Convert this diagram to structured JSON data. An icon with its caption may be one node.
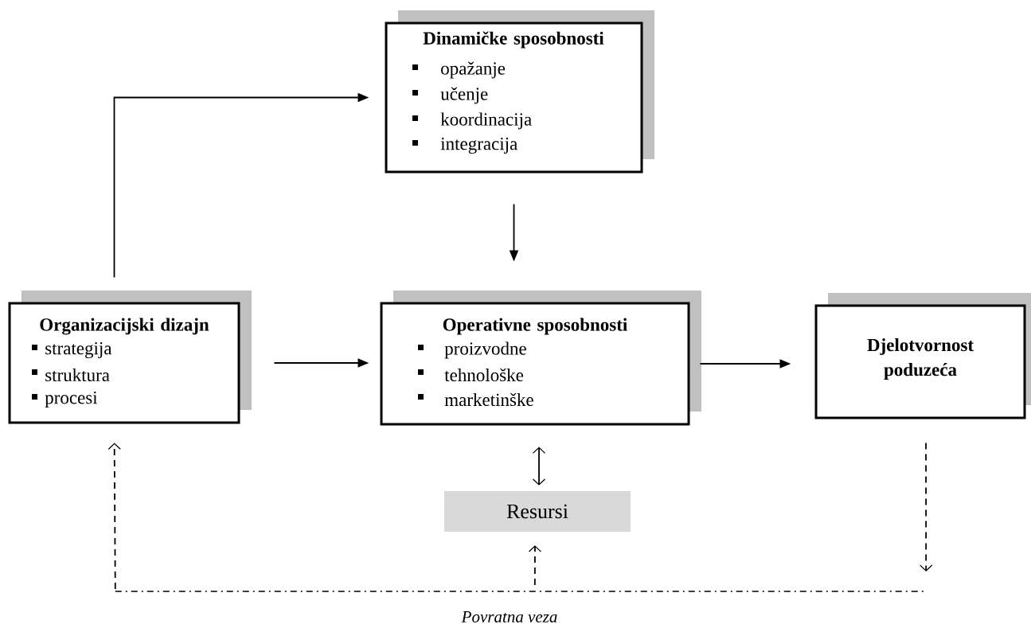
{
  "diagram": {
    "nodes": [
      {
        "text": [
          "Dinamičke sposobnosti",
          "opažanje",
          "učenje",
          "koordinacija",
          "integracija"
        ]
      },
      {
        "text": [
          "Organizacijski dizajn",
          "strategija",
          "struktura",
          "procesi"
        ]
      },
      {
        "text": [
          "Operativne sposobnosti",
          "proizvodne",
          "tehnološke",
          "marketinške"
        ]
      },
      {
        "text": [
          "Djelotvornost poduzeća"
        ]
      },
      {
        "text": [
          "Resursi"
        ]
      },
      {
        "text": [],
        "shape": "bar",
        "beside": [
          "Povratna veza"
        ]
      }
    ],
    "edges": [
      {
        "from": 1,
        "to": 0,
        "arrow": "to"
      },
      {
        "from": 0,
        "to": 2,
        "arrow": "to"
      },
      {
        "from": 1,
        "to": 2,
        "arrow": "to"
      },
      {
        "from": 2,
        "to": 3,
        "arrow": "to"
      },
      {
        "from": 2,
        "to": 4,
        "arrow": "both"
      },
      {
        "from": 3,
        "to": 5,
        "arrow": "to",
        "style": "dashed"
      },
      {
        "from": 5,
        "to": 1,
        "arrow": "to",
        "style": "dashed"
      },
      {
        "from": 5,
        "to": 4,
        "arrow": "to",
        "style": "dashed"
      }
    ]
  }
}
